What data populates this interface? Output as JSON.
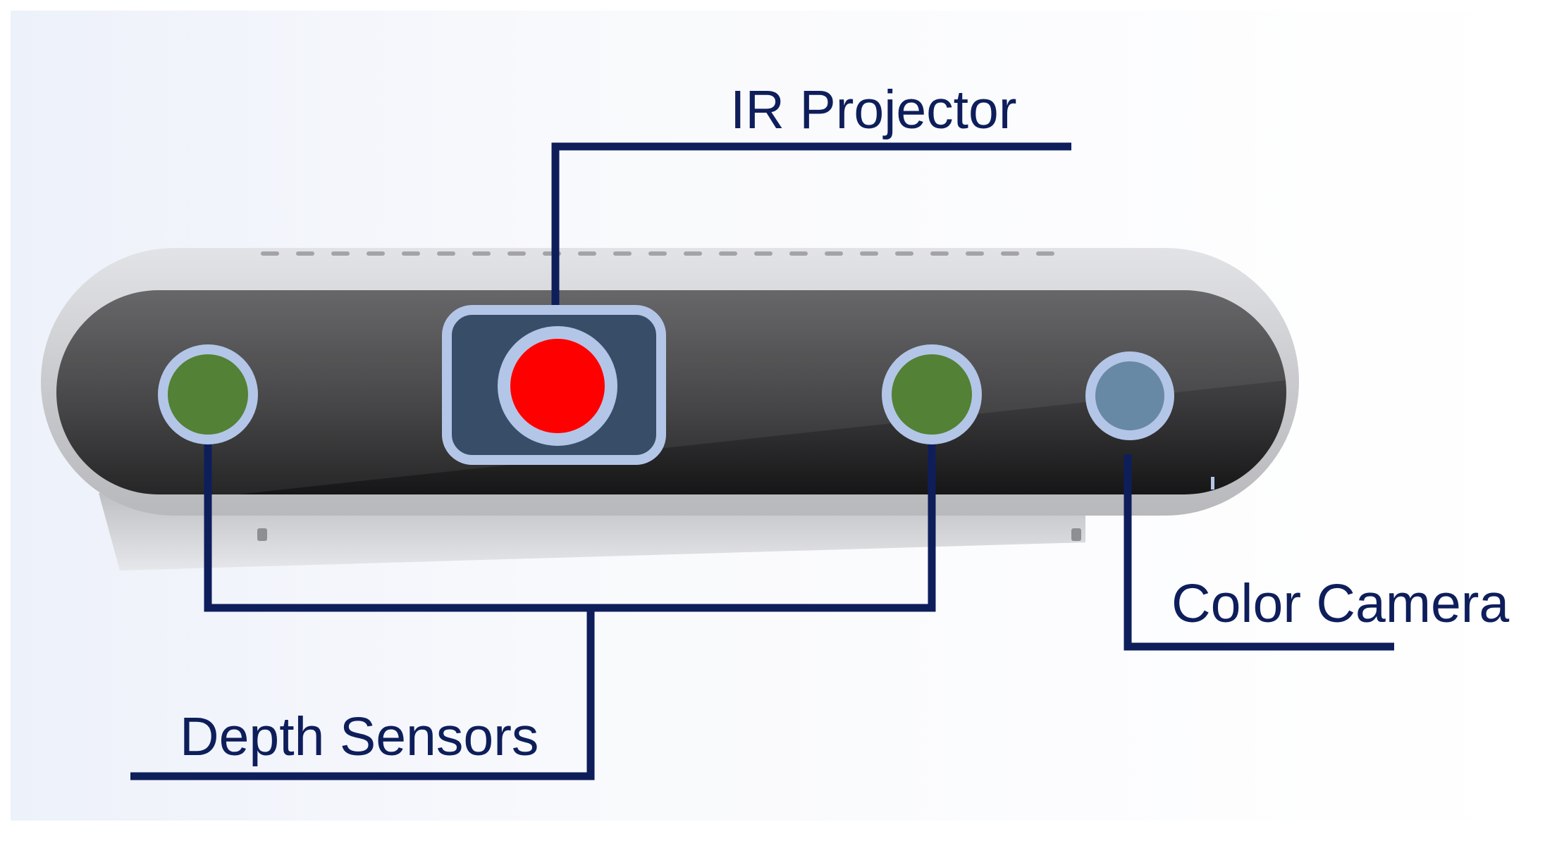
{
  "labels": {
    "ir_projector": "IR Projector",
    "color_camera": "Color Camera",
    "depth_sensors": "Depth Sensors"
  },
  "colors": {
    "leader_line": "#0e1e5b",
    "depth_sensor_fill": "#538135",
    "ir_projector_fill": "#ff0000",
    "color_camera_fill": "#6889a6",
    "component_ring": "#b4c6e7",
    "projector_housing": "#384e68",
    "label_text": "#0e1e5b"
  }
}
